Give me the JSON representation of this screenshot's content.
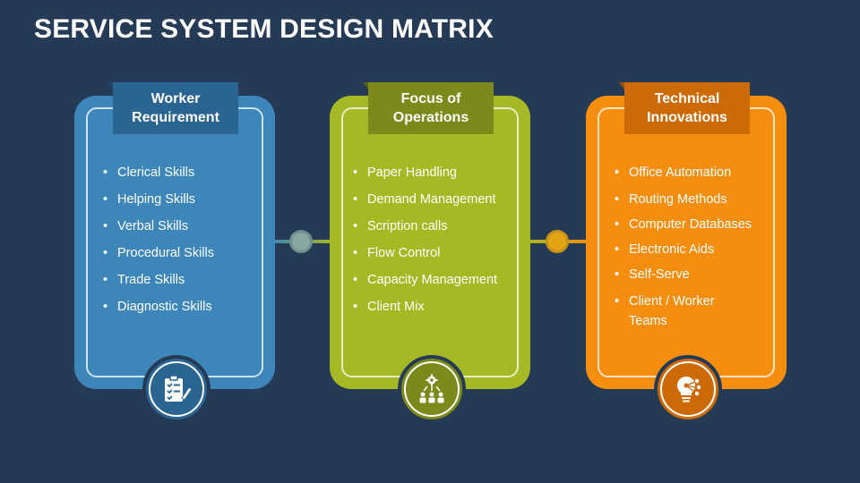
{
  "title": "SERVICE SYSTEM DESIGN MATRIX",
  "colors": {
    "background": "#253a55",
    "blue": "#3d86ba",
    "blue_dark": "#2a6490",
    "green": "#a6b823",
    "green_dark": "#7b8a1a",
    "orange": "#f58e0e",
    "orange_dark": "#cc6a07"
  },
  "columns": [
    {
      "heading_line1": "Worker",
      "heading_line2": "Requirement",
      "items": [
        "Clerical Skills",
        "Helping Skills",
        "Verbal Skills",
        "Procedural Skills",
        "Trade Skills",
        "Diagnostic Skills"
      ],
      "icon": "clipboard-checklist-pen-icon"
    },
    {
      "heading_line1": "Focus of",
      "heading_line2": "Operations",
      "items": [
        "Paper Handling",
        "Demand Management",
        "Scription calls",
        "Flow Control",
        "Capacity Management",
        "Client Mix"
      ],
      "icon": "gear-team-arrows-icon"
    },
    {
      "heading_line1": "Technical",
      "heading_line2": "Innovations",
      "items": [
        "Office Automation",
        "Routing Methods",
        "Computer Databases",
        "Electronic Aids",
        "Self-Serve",
        "Client / Worker Teams"
      ],
      "icon": "lightbulb-network-icon"
    }
  ]
}
